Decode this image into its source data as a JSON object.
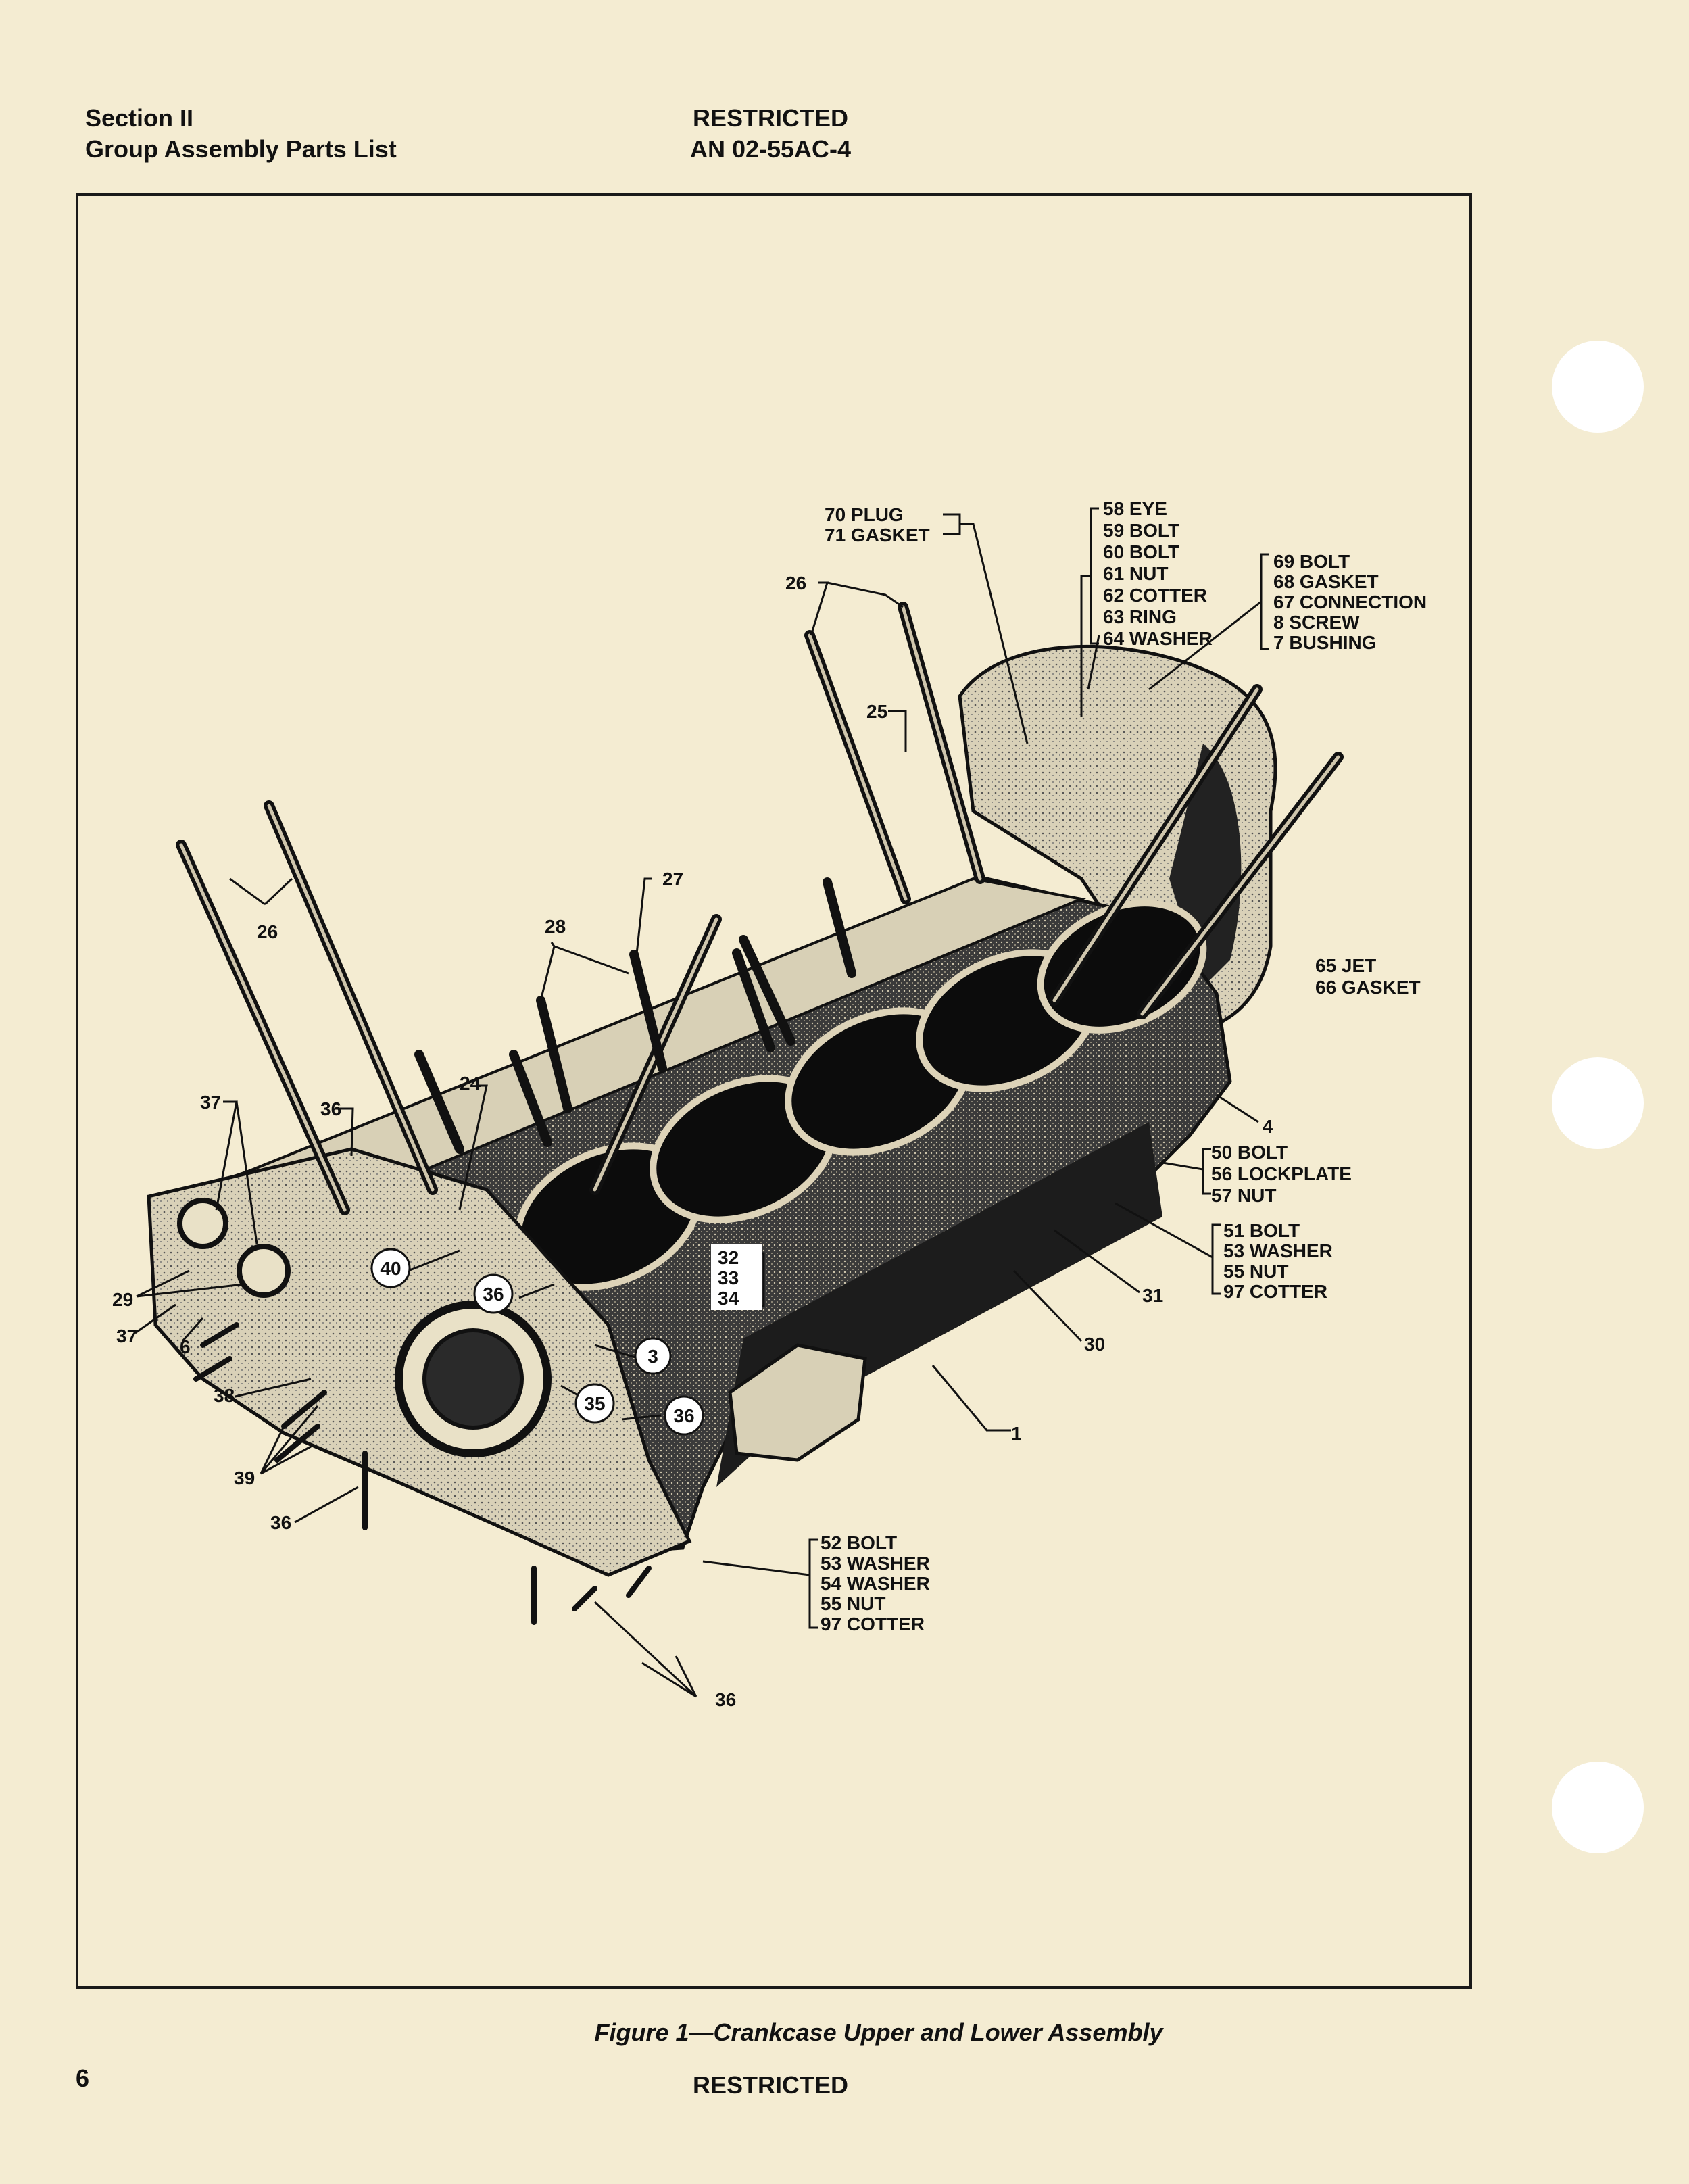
{
  "header": {
    "section": "Section II",
    "subsection": "Group Assembly Parts List",
    "classification": "RESTRICTED",
    "document_number": "AN 02-55AC-4"
  },
  "figure": {
    "caption": "Figure 1—Crankcase Upper and Lower Assembly",
    "callout_groups": [
      {
        "id": "g-plug",
        "items": [
          "70 PLUG",
          "71 GASKET"
        ]
      },
      {
        "id": "g-eye",
        "items": [
          "58 EYE",
          "59 BOLT",
          "60 BOLT",
          "61 NUT",
          "62 COTTER",
          "63 RING",
          "64 WASHER"
        ]
      },
      {
        "id": "g-bolt69",
        "items": [
          "69 BOLT",
          "68 GASKET",
          "67 CONNECTION",
          "8 SCREW",
          "7 BUSHING"
        ]
      },
      {
        "id": "g-jet",
        "items": [
          "65 JET",
          "66 GASKET"
        ]
      },
      {
        "id": "g-bolt50",
        "items": [
          "50 BOLT",
          "56 LOCKPLATE",
          "57 NUT"
        ]
      },
      {
        "id": "g-bolt51",
        "items": [
          "51 BOLT",
          "53 WASHER",
          "55 NUT",
          "97 COTTER"
        ]
      },
      {
        "id": "g-bolt52",
        "items": [
          "52 BOLT",
          "53 WASHER",
          "54 WASHER",
          "55 NUT",
          "97 COTTER"
        ]
      },
      {
        "id": "g-323334",
        "items": [
          "32",
          "33",
          "34"
        ]
      }
    ],
    "callout_numbers": [
      "26",
      "26",
      "25",
      "27",
      "28",
      "24",
      "37",
      "36",
      "29",
      "37",
      "6",
      "38",
      "39",
      "36",
      "40",
      "36",
      "3",
      "35",
      "36",
      "4",
      "31",
      "30",
      "1",
      "36"
    ]
  },
  "footer": {
    "page_number": "6",
    "classification": "RESTRICTED"
  }
}
